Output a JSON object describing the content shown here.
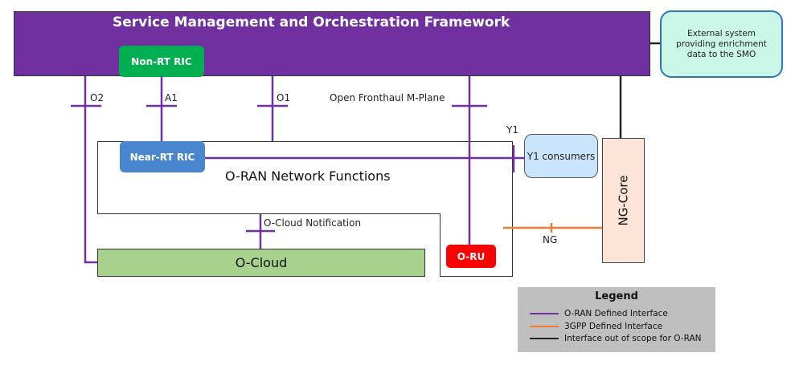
{
  "smo": {
    "title": "Service Management and Orchestration Framework",
    "non_rt_ric": "Non-RT RIC"
  },
  "external_system": "External system providing enrichment data to the SMO",
  "network_functions": {
    "label": "O-RAN Network Functions",
    "near_rt_ric": "Near-RT RIC"
  },
  "y1_consumers": "Y1 consumers",
  "ng_core": "NG-Core",
  "o_cloud": "O-Cloud",
  "o_ru": "O-RU",
  "interfaces": {
    "o2": "O2",
    "a1": "A1",
    "o1": "O1",
    "open_fronthaul": "Open Fronthaul M-Plane",
    "y1": "Y1",
    "o_cloud_notification": "O-Cloud Notification",
    "ng": "NG"
  },
  "colors": {
    "oran_interface": "#7030a0",
    "3gpp_interface": "#ed7d31",
    "out_of_scope": "#222222"
  },
  "legend": {
    "title": "Legend",
    "items": [
      {
        "label": "O-RAN Defined Interface",
        "color": "#7030a0"
      },
      {
        "label": "3GPP Defined Interface",
        "color": "#ed7d31"
      },
      {
        "label": "Interface out of scope for O-RAN",
        "color": "#222222"
      }
    ]
  }
}
